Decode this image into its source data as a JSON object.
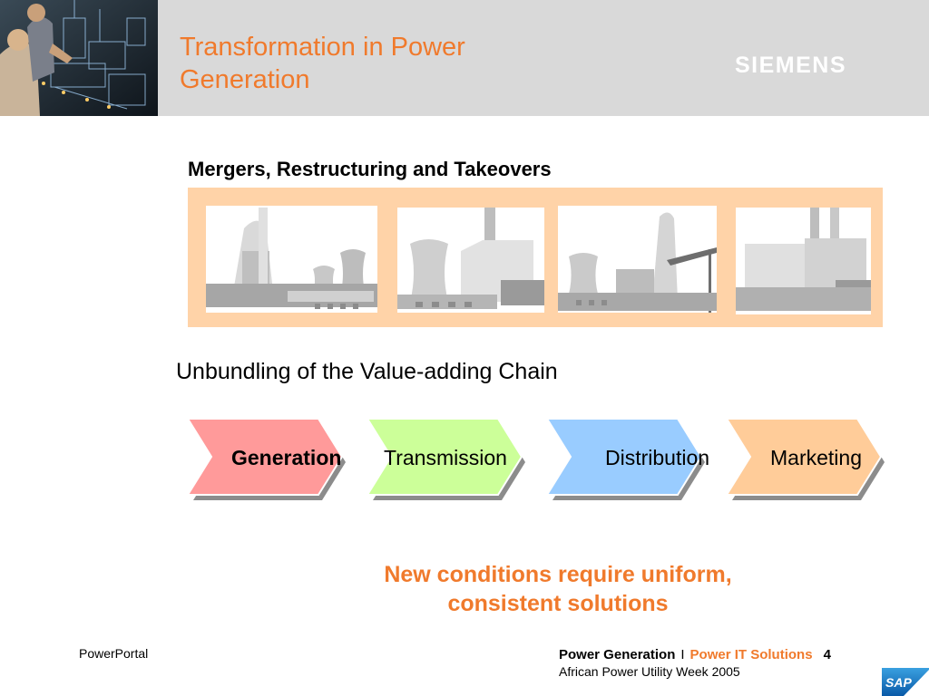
{
  "header": {
    "title_line1": "Transformation in Power",
    "title_line2": "Generation",
    "brand": "SIEMENS",
    "photo_icon": "engineers-with-plant-model-image"
  },
  "mergers": {
    "heading": "Mergers, Restructuring and Takeovers",
    "plants": [
      "power-plant-illustration-1",
      "power-plant-illustration-2",
      "power-plant-illustration-3",
      "power-plant-illustration-4"
    ]
  },
  "value_chain": {
    "heading": "Unbundling of the Value-adding Chain",
    "steps": [
      {
        "label": "Generation",
        "color": "#ff9a9a",
        "bold": true
      },
      {
        "label": "Transmission",
        "color": "#ccff99",
        "bold": false
      },
      {
        "label": "Distribution",
        "color": "#99ccff",
        "bold": false
      },
      {
        "label": "Marketing",
        "color": "#ffcc99",
        "bold": false
      }
    ]
  },
  "conclusion": {
    "line1": "New conditions require uniform,",
    "line2": "consistent solutions"
  },
  "footer": {
    "left": "PowerPortal",
    "department": "Power Generation",
    "separator": "I",
    "solutions": "Power IT Solutions",
    "page_number": "4",
    "event": "African Power Utility Week 2005",
    "partner_logo": "SAP"
  },
  "colors": {
    "accent_orange": "#f07a2c",
    "header_gray": "#d9d9d9",
    "strip_peach": "#ffd3a8"
  }
}
